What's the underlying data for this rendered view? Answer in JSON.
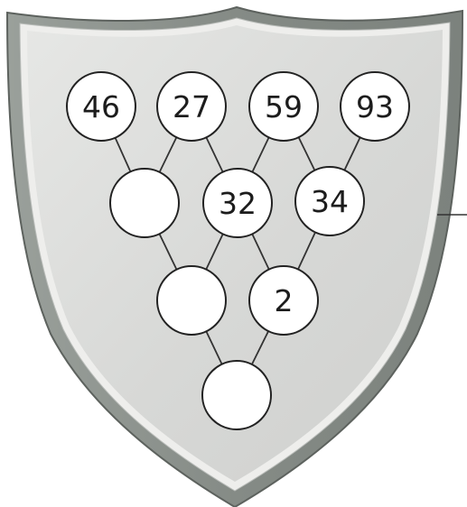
{
  "puzzle": {
    "rows": [
      [
        "46",
        "27",
        "59",
        "93"
      ],
      [
        "",
        "32",
        "34"
      ],
      [
        "",
        "2"
      ],
      [
        ""
      ]
    ]
  },
  "colors": {
    "shield_outer": "#8f9590",
    "shield_inner": "#dcdddb",
    "shield_rim_highlight": "#f2f2f2",
    "circle_fill": "#ffffff",
    "circle_stroke": "#222222",
    "connector": "#333333",
    "text": "#1c1c1c"
  }
}
